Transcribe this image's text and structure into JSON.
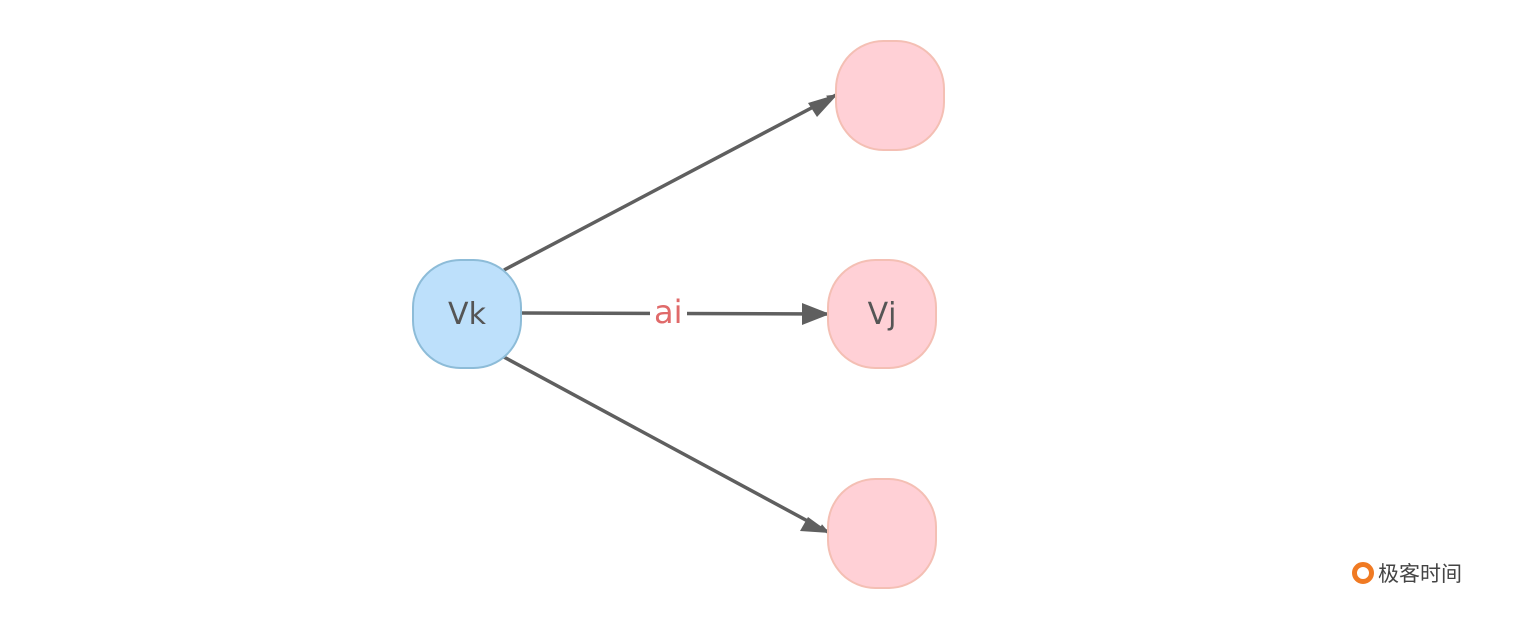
{
  "nodes": {
    "source": "Vk",
    "target": "Vj"
  },
  "edge_label": "ai",
  "logo": "极客时间",
  "colors": {
    "source_fill": "#bde0fb",
    "target_fill": "#ffd0d6",
    "edge": "#5f5f5f",
    "label": "#e06a6a",
    "logo": "#f07a23"
  }
}
